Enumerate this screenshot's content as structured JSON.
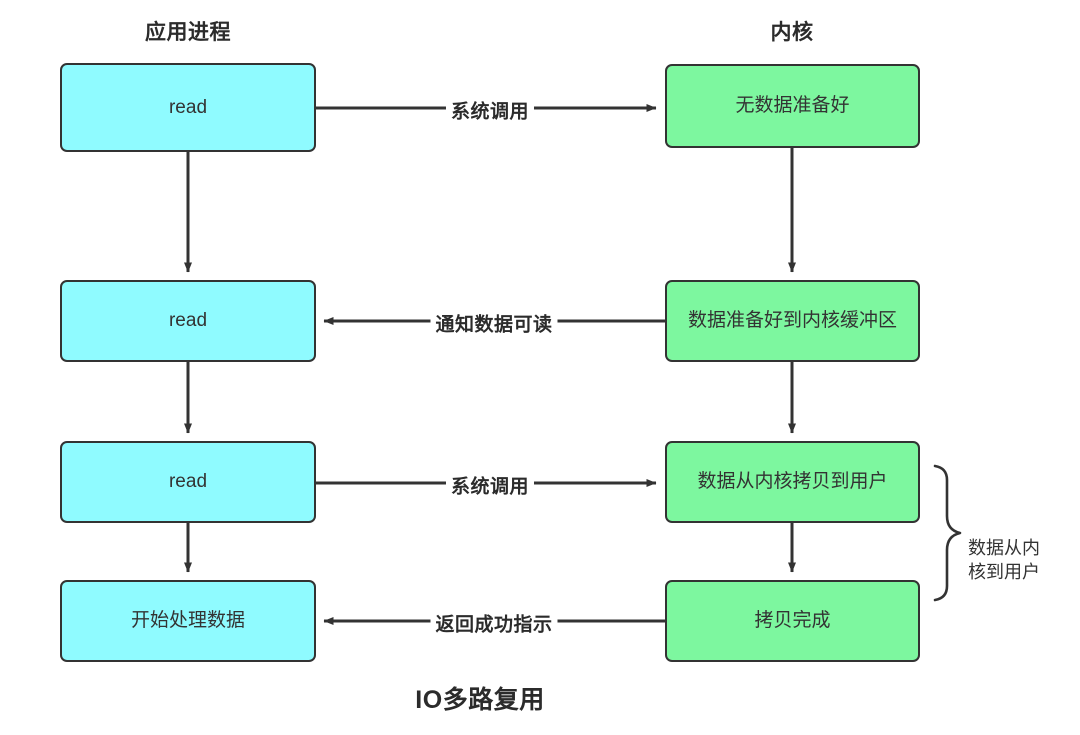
{
  "diagram": {
    "title": "IO多路复用",
    "columns": [
      {
        "name": "app-process",
        "label": "应用进程"
      },
      {
        "name": "kernel",
        "label": "内核"
      }
    ],
    "nodes": [
      {
        "id": "app-read-1",
        "label": "read",
        "color": "#8ffbff"
      },
      {
        "id": "app-read-2",
        "label": "read",
        "color": "#8ffbff"
      },
      {
        "id": "app-read-3",
        "label": "read",
        "color": "#8ffbff"
      },
      {
        "id": "app-process-data",
        "label": "开始处理数据",
        "color": "#8ffbff"
      },
      {
        "id": "kernel-no-data",
        "label": "无数据准备好",
        "color": "#7df79f"
      },
      {
        "id": "kernel-data-ready",
        "label": "数据准备好到内核缓冲区",
        "color": "#7df79f"
      },
      {
        "id": "kernel-copy",
        "label": "数据从内核拷贝到用户",
        "color": "#7df79f"
      },
      {
        "id": "kernel-copy-done",
        "label": "拷贝完成",
        "color": "#7df79f"
      }
    ],
    "edge_labels": [
      {
        "id": "syscall-1",
        "label": "系统调用"
      },
      {
        "id": "notify-readable",
        "label": "通知数据可读"
      },
      {
        "id": "syscall-2",
        "label": "系统调用"
      },
      {
        "id": "return-success",
        "label": "返回成功指示"
      }
    ],
    "annotations": [
      {
        "id": "kernel-to-user-brace",
        "line1": "数据从内",
        "line2": "核到用户"
      }
    ],
    "colors": {
      "cyan_fill": "#8ffbff",
      "green_fill": "#7df79f",
      "stroke": "#333333",
      "background": "#ffffff"
    }
  }
}
